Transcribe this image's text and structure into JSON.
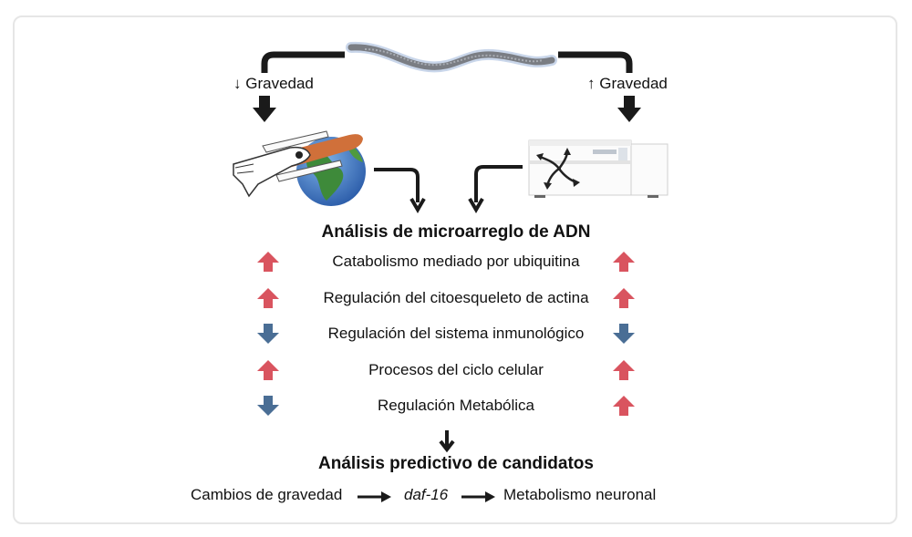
{
  "colors": {
    "up_arrow": "#d9545f",
    "down_arrow": "#4a6e95",
    "connector": "#1a1a1a",
    "card_border": "#e6e6e6"
  },
  "top": {
    "left_branch": {
      "icon": "arrow-down-small",
      "label": "Gravedad"
    },
    "right_branch": {
      "icon": "arrow-up-small",
      "label": "Gravedad"
    },
    "organism": "c-elegans-worm-icon",
    "left_condition_icon": "space-shuttle-earth-icon",
    "right_condition_icon": "centrifuge-icon"
  },
  "microarray": {
    "title": "Análisis de microarreglo de ADN",
    "rows": [
      {
        "label": "Catabolismo mediado por ubiquitina",
        "left": "up",
        "right": "up"
      },
      {
        "label": "Regulación del citoesqueleto de actina",
        "left": "up",
        "right": "up"
      },
      {
        "label": "Regulación del sistema inmunológico",
        "left": "down",
        "right": "down"
      },
      {
        "label": "Procesos del ciclo celular",
        "left": "up",
        "right": "up"
      },
      {
        "label": "Regulación Metabólica",
        "left": "down",
        "right": "up"
      }
    ]
  },
  "prediction": {
    "title": "Análisis predictivo de candidatos",
    "chain": [
      "Cambios de gravedad",
      "daf-16",
      "Metabolismo neuronal"
    ]
  }
}
